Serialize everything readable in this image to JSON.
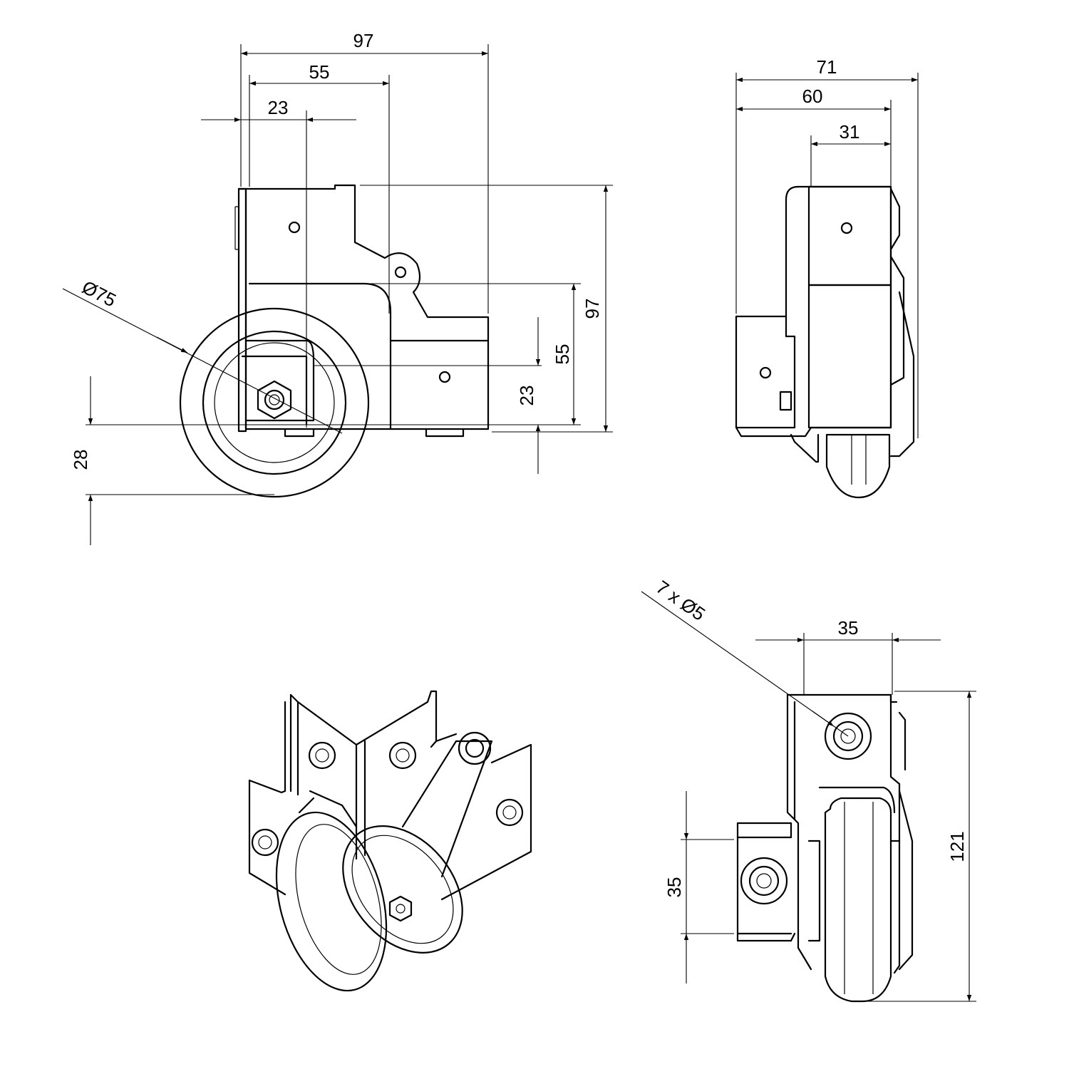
{
  "drawing": {
    "front_view": {
      "dims": {
        "width_97": "97",
        "width_55": "55",
        "width_23": "23",
        "height_97": "97",
        "height_55": "55",
        "height_23": "23",
        "height_28": "28",
        "wheel_diameter": "Ø75"
      }
    },
    "side_view": {
      "dims": {
        "width_71": "71",
        "width_60": "60",
        "width_31": "31"
      }
    },
    "back_view": {
      "dims": {
        "holes": "7 x Ø5",
        "width_35": "35",
        "height_35": "35",
        "height_121": "121"
      }
    }
  }
}
